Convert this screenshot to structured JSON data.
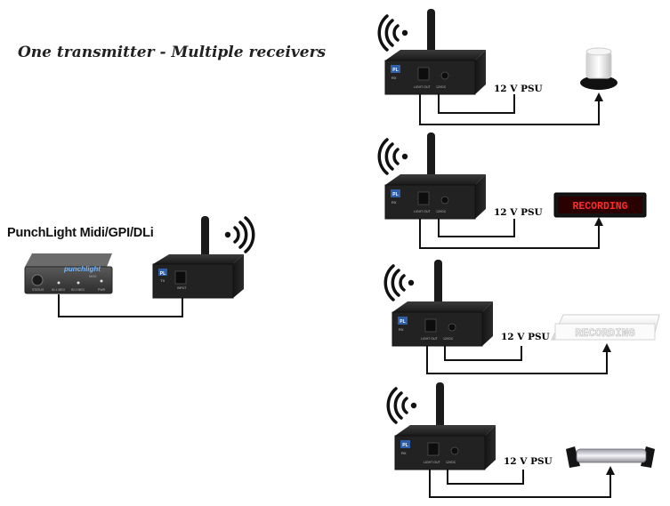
{
  "title": "One transmitter - Multiple receivers",
  "controller": {
    "label": "PunchLight Midi/GPI/DLi",
    "brand": "punchlight",
    "model": "MIDI",
    "port_labels": [
      "STATUS",
      "IN 1 MIDI",
      "IN 2 MIDI",
      "PWR"
    ]
  },
  "transmitter": {
    "badge": "PL",
    "model": "TX",
    "port_label": "INPUT"
  },
  "receivers": [
    {
      "badge": "PL",
      "model": "RX",
      "ports": [
        "LIGHT OUT",
        "12VDC"
      ],
      "psu_label": "12 V PSU",
      "light": "beacon"
    },
    {
      "badge": "PL",
      "model": "RX",
      "ports": [
        "LIGHT OUT",
        "12VDC"
      ],
      "psu_label": "12 V PSU",
      "light": "red-sign",
      "sign_text": "RECORDING"
    },
    {
      "badge": "PL",
      "model": "RX",
      "ports": [
        "LIGHT OUT",
        "12VDC"
      ],
      "psu_label": "12 V PSU",
      "light": "white-sign",
      "sign_text": "RECORDING"
    },
    {
      "badge": "PL",
      "model": "RX",
      "ports": [
        "LIGHT OUT",
        "12VDC"
      ],
      "psu_label": "12 V PSU",
      "light": "light-tube"
    }
  ],
  "colors": {
    "box_dark": "#1e1e1e",
    "badge_blue": "#2f5fa8",
    "sign_red": "#e02020",
    "wire": "#111111"
  }
}
